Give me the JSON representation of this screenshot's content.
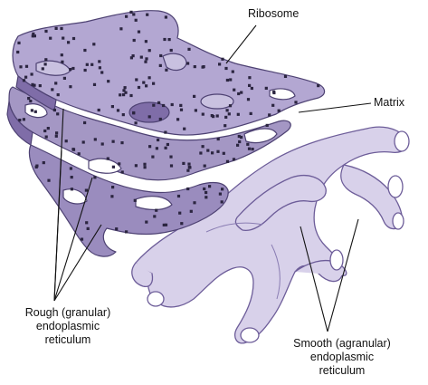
{
  "labels": {
    "ribosome": "Ribosome",
    "matrix": "Matrix",
    "rough_er": [
      "Rough (granular)",
      "endoplasmic",
      "reticulum"
    ],
    "smooth_er": [
      "Smooth (agranular)",
      "endoplasmic",
      "reticulum"
    ]
  },
  "colors": {
    "rough_fill": "#a497c4",
    "rough_dark": "#7f6da8",
    "rough_light": "#c9c1e0",
    "smooth_fill": "#d8d1ea",
    "smooth_edge": "#6d5d99",
    "ribosome_dot": "#2b2540",
    "leader": "#111111"
  }
}
